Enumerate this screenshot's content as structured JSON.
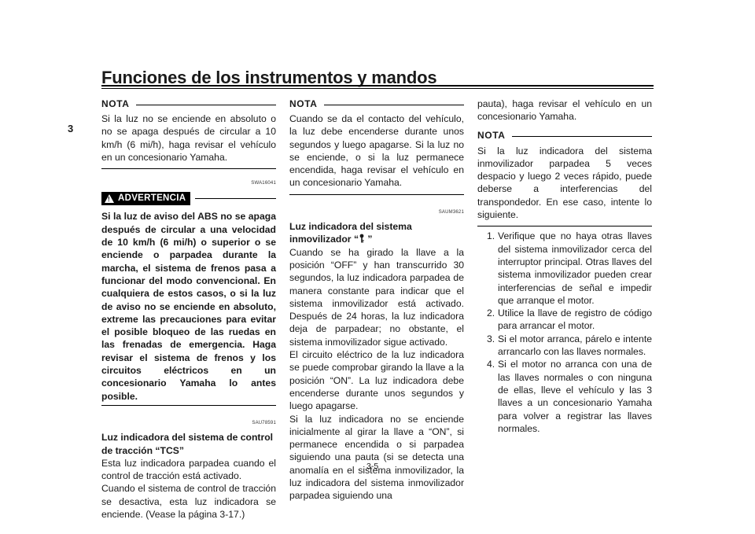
{
  "header": {
    "title": "Funciones de los instrumentos y mandos",
    "chapter": "3"
  },
  "col1": {
    "note_label": "NOTA",
    "note_text": "Si la luz no se enciende en absoluto o no se apaga después de circular a 10 km/h (6 mi/h), haga revisar el vehículo en un concesionario Yamaha.",
    "warning_code": "SWA16041",
    "warning_label": "ADVERTENCIA",
    "warning_text": "Si la luz de aviso del ABS no se apaga después de circular a una velocidad de 10 km/h (6 mi/h) o superior o se enciende o parpadea durante la marcha, el sistema de frenos pasa a funcionar del modo convencional. En cualquiera de estos casos, o si la luz de aviso no se enciende en absoluto, extreme las precauciones para evitar el posible bloqueo de las ruedas en las frenadas de emergencia. Haga revisar el sistema de frenos y los circuitos eléctricos en un concesionario Yamaha lo antes posible.",
    "tcs_code": "SAU78591",
    "tcs_heading": "Luz indicadora del sistema de control de tracción “TCS”",
    "tcs_p1": "Esta luz indicadora parpadea cuando el control de tracción está activado.",
    "tcs_p2": "Cuando el sistema de control de tracción se desactiva, esta luz indicadora se enciende. (Vease la página  3-17.)"
  },
  "col2": {
    "note_label": "NOTA",
    "note_text": "Cuando se da el contacto del vehículo, la luz debe encenderse durante unos segundos y luego apagarse. Si la luz no se enciende, o si la luz permanece encendida, haga revisar el vehículo en un concesionario Yamaha.",
    "immo_code": "SAUM3621",
    "immo_heading": "Luz indicadora del sistema inmovilizador “",
    "immo_heading_end": " ”",
    "immo_p1": "Cuando se ha girado la llave a la posición “OFF” y han transcurrido 30 segundos, la luz indicadora parpadea de manera constante para indicar que el sistema inmovilizador está activado. Después de 24 horas, la luz indicadora deja de parpadear; no obstante, el sistema inmovilizador sigue activado.",
    "immo_p2": "El circuito eléctrico de la luz indicadora se puede comprobar girando la llave a la posición “ON”. La luz indicadora debe encenderse durante unos segundos y luego apagarse.",
    "immo_p3": "Si la luz indicadora no se enciende inicialmente al girar la llave a “ON”, si permanece encendida o si parpadea siguiendo una pauta (si se detecta una anomalía en el sistema inmovilizador, la luz indicadora del sistema inmovilizador parpadea siguiendo una"
  },
  "col3": {
    "cont_text": "pauta), haga revisar el vehículo en un concesionario Yamaha.",
    "note_label": "NOTA",
    "note_text": "Si la luz indicadora del sistema inmovilizador parpadea 5 veces despacio y luego 2 veces rápido, puede deberse a interferencias del transpondedor. En ese caso, intente lo siguiente.",
    "steps": [
      {
        "num": "1.",
        "text": "Verifique que no haya otras llaves del sistema inmovilizador cerca del interruptor principal. Otras llaves del sistema inmovilizador pueden crear interferencias de señal e impedir que arranque el motor."
      },
      {
        "num": "2.",
        "text": "Utilice la llave de registro de código para arrancar el motor."
      },
      {
        "num": "3.",
        "text": "Si el motor arranca, párelo e intente arrancarlo con las llaves normales."
      },
      {
        "num": "4.",
        "text": "Si el motor no arranca con una de las llaves normales o con ninguna de ellas, lleve el vehículo y las 3 llaves a un concesionario Yamaha para volver a registrar las llaves normales."
      }
    ]
  },
  "footer": {
    "page_number": "3-5"
  },
  "colors": {
    "text": "#1a1a1a",
    "rule": "#000000",
    "badge_bg": "#000000",
    "badge_text": "#ffffff"
  }
}
